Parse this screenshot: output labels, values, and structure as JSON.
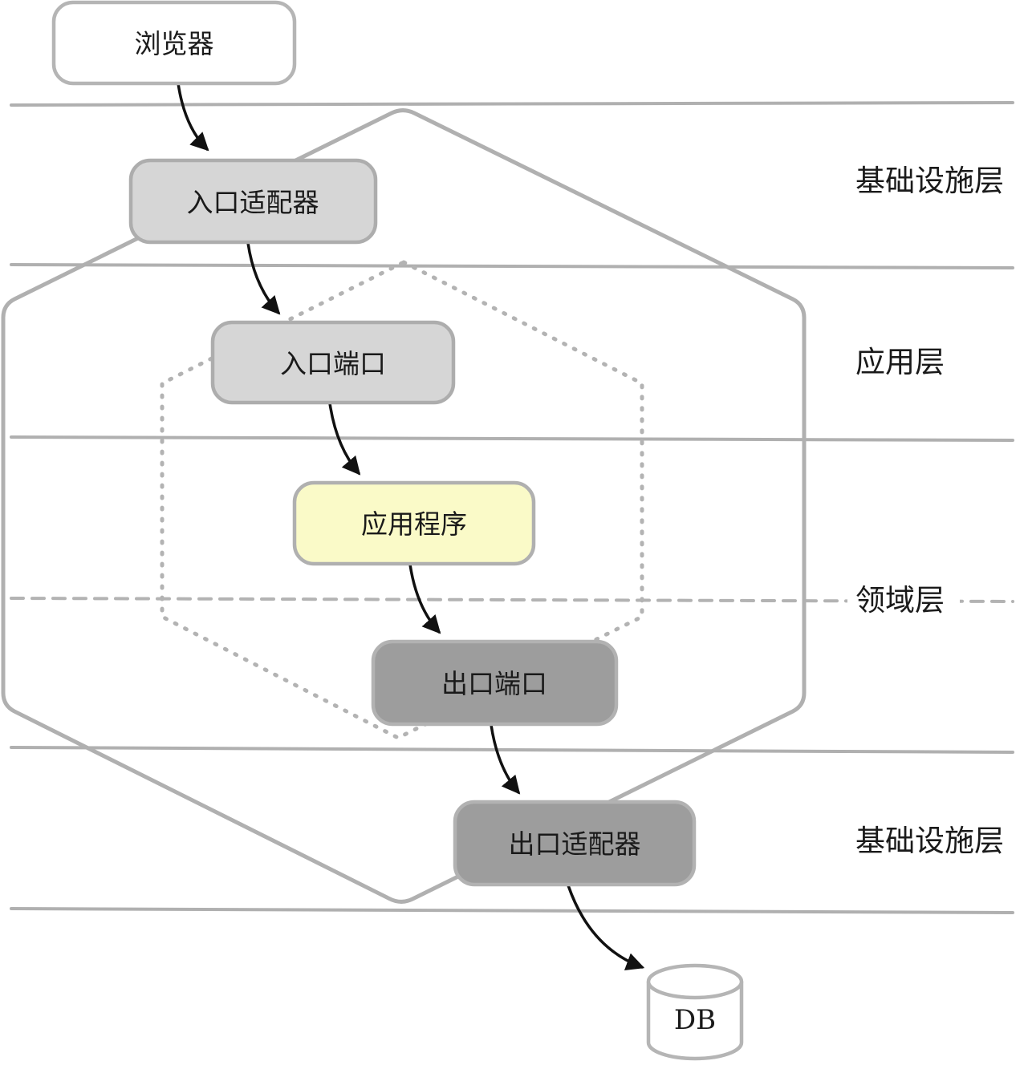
{
  "diagram": {
    "nodes": [
      {
        "id": "browser",
        "label": "浏览器",
        "fill": "#ffffff"
      },
      {
        "id": "inbound-adapter",
        "label": "入口适配器",
        "fill": "#d6d6d6"
      },
      {
        "id": "inbound-port",
        "label": "入口端口",
        "fill": "#d6d6d6"
      },
      {
        "id": "application",
        "label": "应用程序",
        "fill": "#fafac8"
      },
      {
        "id": "outbound-port",
        "label": "出口端口",
        "fill": "#9d9d9d"
      },
      {
        "id": "outbound-adapter",
        "label": "出口适配器",
        "fill": "#9d9d9d"
      },
      {
        "id": "db",
        "label": "DB",
        "fill": "#ffffff"
      }
    ],
    "layer_labels": [
      {
        "id": "infrastructure-top",
        "label": "基础设施层"
      },
      {
        "id": "application-layer",
        "label": "应用层"
      },
      {
        "id": "domain-layer",
        "label": "领域层"
      },
      {
        "id": "infrastructure-bottom",
        "label": "基础设施层"
      }
    ],
    "colors": {
      "separator_gray": "#b0b0b0",
      "hexagon_gray": "#b0b0b0",
      "dotted_hexagon_gray": "#b3b3b3",
      "light_box_fill": "#d6d6d6",
      "dark_box_fill": "#9d9d9d",
      "yellow_box_fill": "#fafac8",
      "white_box_fill": "#ffffff",
      "box_border": "#b0b0b0",
      "arrow_color": "#111111",
      "text_color": "#1a1a1a"
    }
  }
}
